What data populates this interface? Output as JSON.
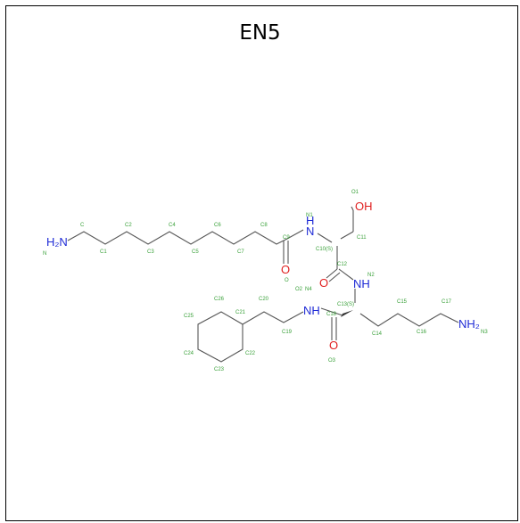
{
  "title": "EN5",
  "atoms": {
    "n_left": "H₂N",
    "n1": "H\nN",
    "n2": "NH",
    "n4": "NH",
    "n3": "NH₂",
    "oh": "OH",
    "o_c9": "O",
    "o_c18": "O",
    "o_c12": "O"
  },
  "labels": [
    "C",
    "C1",
    "C2",
    "C3",
    "C4",
    "C5",
    "C6",
    "C7",
    "C8",
    "C9",
    "N1",
    "O1",
    "C10(S)",
    "C11",
    "C12",
    "O",
    "N2",
    "C13(S)",
    "C14",
    "C15",
    "C16",
    "C17",
    "N3",
    "N4",
    "C18",
    "O3",
    "C19",
    "C20",
    "C21",
    "C22",
    "C23",
    "C24",
    "C25",
    "C26",
    "O2",
    "N"
  ],
  "colors": {
    "nitrogen": "#1f2bd6",
    "oxygen": "#e02020",
    "carbon_label": "#3aa13a",
    "bond": "#555555"
  }
}
